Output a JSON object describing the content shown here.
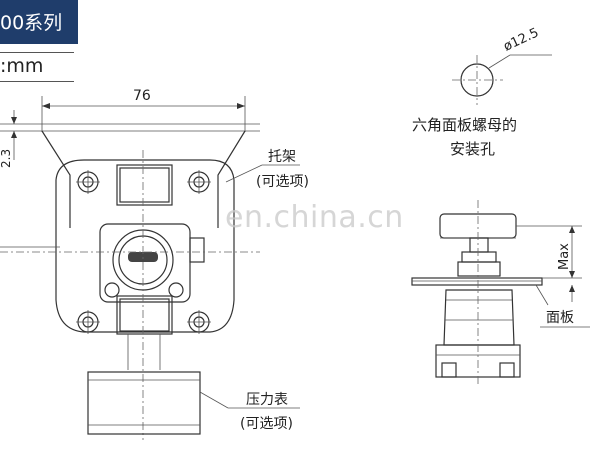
{
  "header": {
    "series_badge": "00系列",
    "unit_label": ":mm"
  },
  "dimensions": {
    "width": "76",
    "height": "2.3",
    "hole_diameter": "ø12.5",
    "max": "Max"
  },
  "labels": {
    "bracket": "托架",
    "bracket_optional": "(可选项)",
    "hex_nut_line1": "六角面板螺母的",
    "hex_nut_line2": "安装孔",
    "panel": "面板",
    "gauge": "压力表",
    "gauge_optional": "(可选项)"
  },
  "watermark": "en.china.cn",
  "colors": {
    "badge_bg": "#1f3d6b",
    "line": "#333333"
  }
}
